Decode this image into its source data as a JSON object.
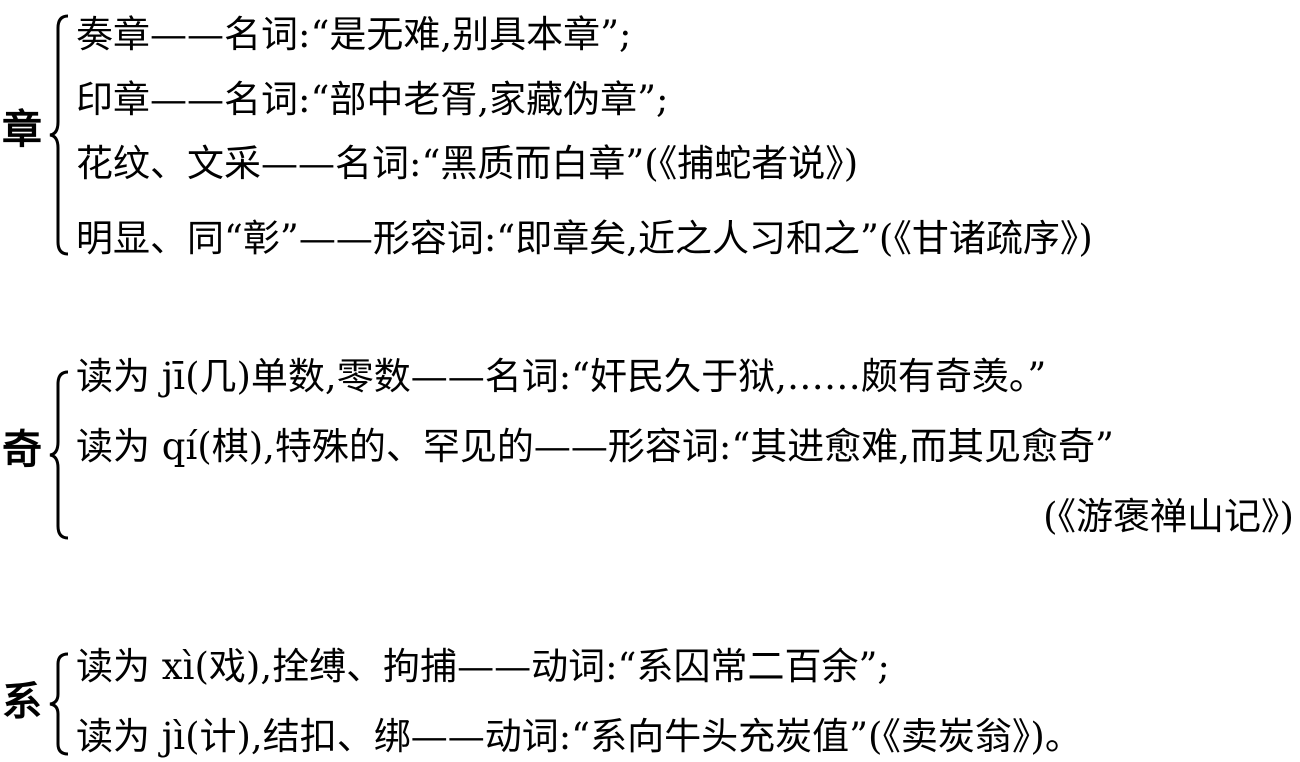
{
  "groups": [
    {
      "head": "章",
      "lines": [
        "奏章——名词:“是无难,别具本章”;",
        "印章——名词:“部中老胥,家藏伪章”;",
        "花纹、文采——名词:“黑质而白章”(《捕蛇者说》)",
        "明显、同“彰”——形容词:“即章矣,近之人习和之”(《甘诸疏序》)"
      ]
    },
    {
      "head": "奇",
      "lines": [
        "读为 jī(几)单数,零数——名词:“奸民久于狱,……颇有奇羡。”",
        "读为 qí(棋),特殊的、罕见的——形容词:“其进愈难,而其见愈奇”",
        "(《游褒禅山记》)"
      ]
    },
    {
      "head": "系",
      "lines": [
        "读为 xì(戏),拴缚、拘捕——动词:“系囚常二百余”;",
        "读为 jì(计),结扣、绑——动词:“系向牛头充炭值”(《卖炭翁》)。"
      ]
    }
  ]
}
